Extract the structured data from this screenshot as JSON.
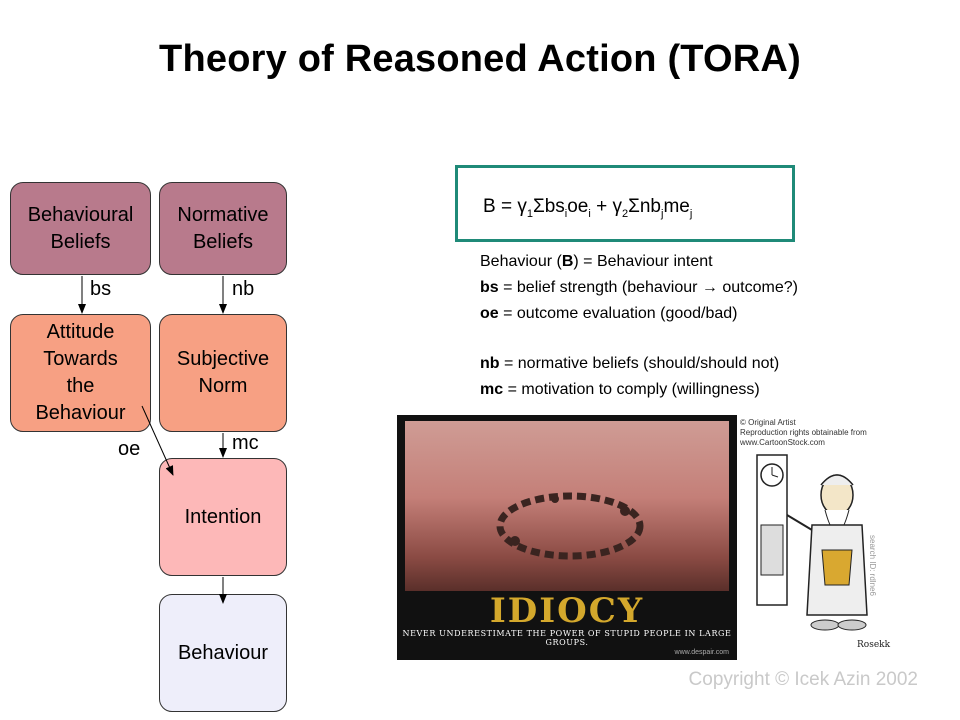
{
  "title": "Theory of Reasoned Action (TORA)",
  "nodes": {
    "behavioural_beliefs": "Behavioural\nBeliefs",
    "normative_beliefs": "Normative\nBeliefs",
    "attitude": "Attitude\nTowards\nthe\nBehaviour",
    "subjective_norm": "Subjective\nNorm",
    "intention": "Intention",
    "behaviour": "Behaviour"
  },
  "edge_labels": {
    "bs": "bs",
    "nb": "nb",
    "oe": "oe",
    "mc": "mc"
  },
  "formula": {
    "lhs": "B = ",
    "g1": "γ",
    "g1_sub": "1",
    "sum1": "Σbs",
    "sum1_sub": "i",
    "oe": "oe",
    "oe_sub": "i",
    "plus": " + ",
    "g2": "γ",
    "g2_sub": "2",
    "sum2": "Σnb",
    "sum2_sub": "j",
    "me": "me",
    "me_sub": "j"
  },
  "legend": [
    {
      "term": "",
      "pre": "Behaviour (",
      "bold": "B",
      "rest": ") = Behaviour intent"
    },
    {
      "term": "bs",
      "rest": " = belief strength (behaviour → outcome?)"
    },
    {
      "term": "oe",
      "rest": " = outcome evaluation (good/bad)"
    },
    {
      "term": "nb",
      "rest": " = normative beliefs (should/should not)"
    },
    {
      "term": "mc",
      "rest": " = motivation to comply (willingness)"
    }
  ],
  "poster": {
    "word": "IDIOCY",
    "tagline": "NEVER UNDERESTIMATE THE POWER OF STUPID PEOPLE IN LARGE GROUPS.",
    "site": "www.despair.com"
  },
  "cartoon": {
    "credit": "© Original Artist\nReproduction rights obtainable from\nwww.CartoonStock.com",
    "search_id": "search ID: rdlne6",
    "signature": "Rosekk"
  },
  "copyright": "Copyright © Icek Azin 2002",
  "colors": {
    "beliefs": "#b87a8c",
    "attitude_norm": "#f7a083",
    "intention": "#fdb8b8",
    "behaviour": "#eeeefa",
    "formula_border": "#1f8a78"
  }
}
